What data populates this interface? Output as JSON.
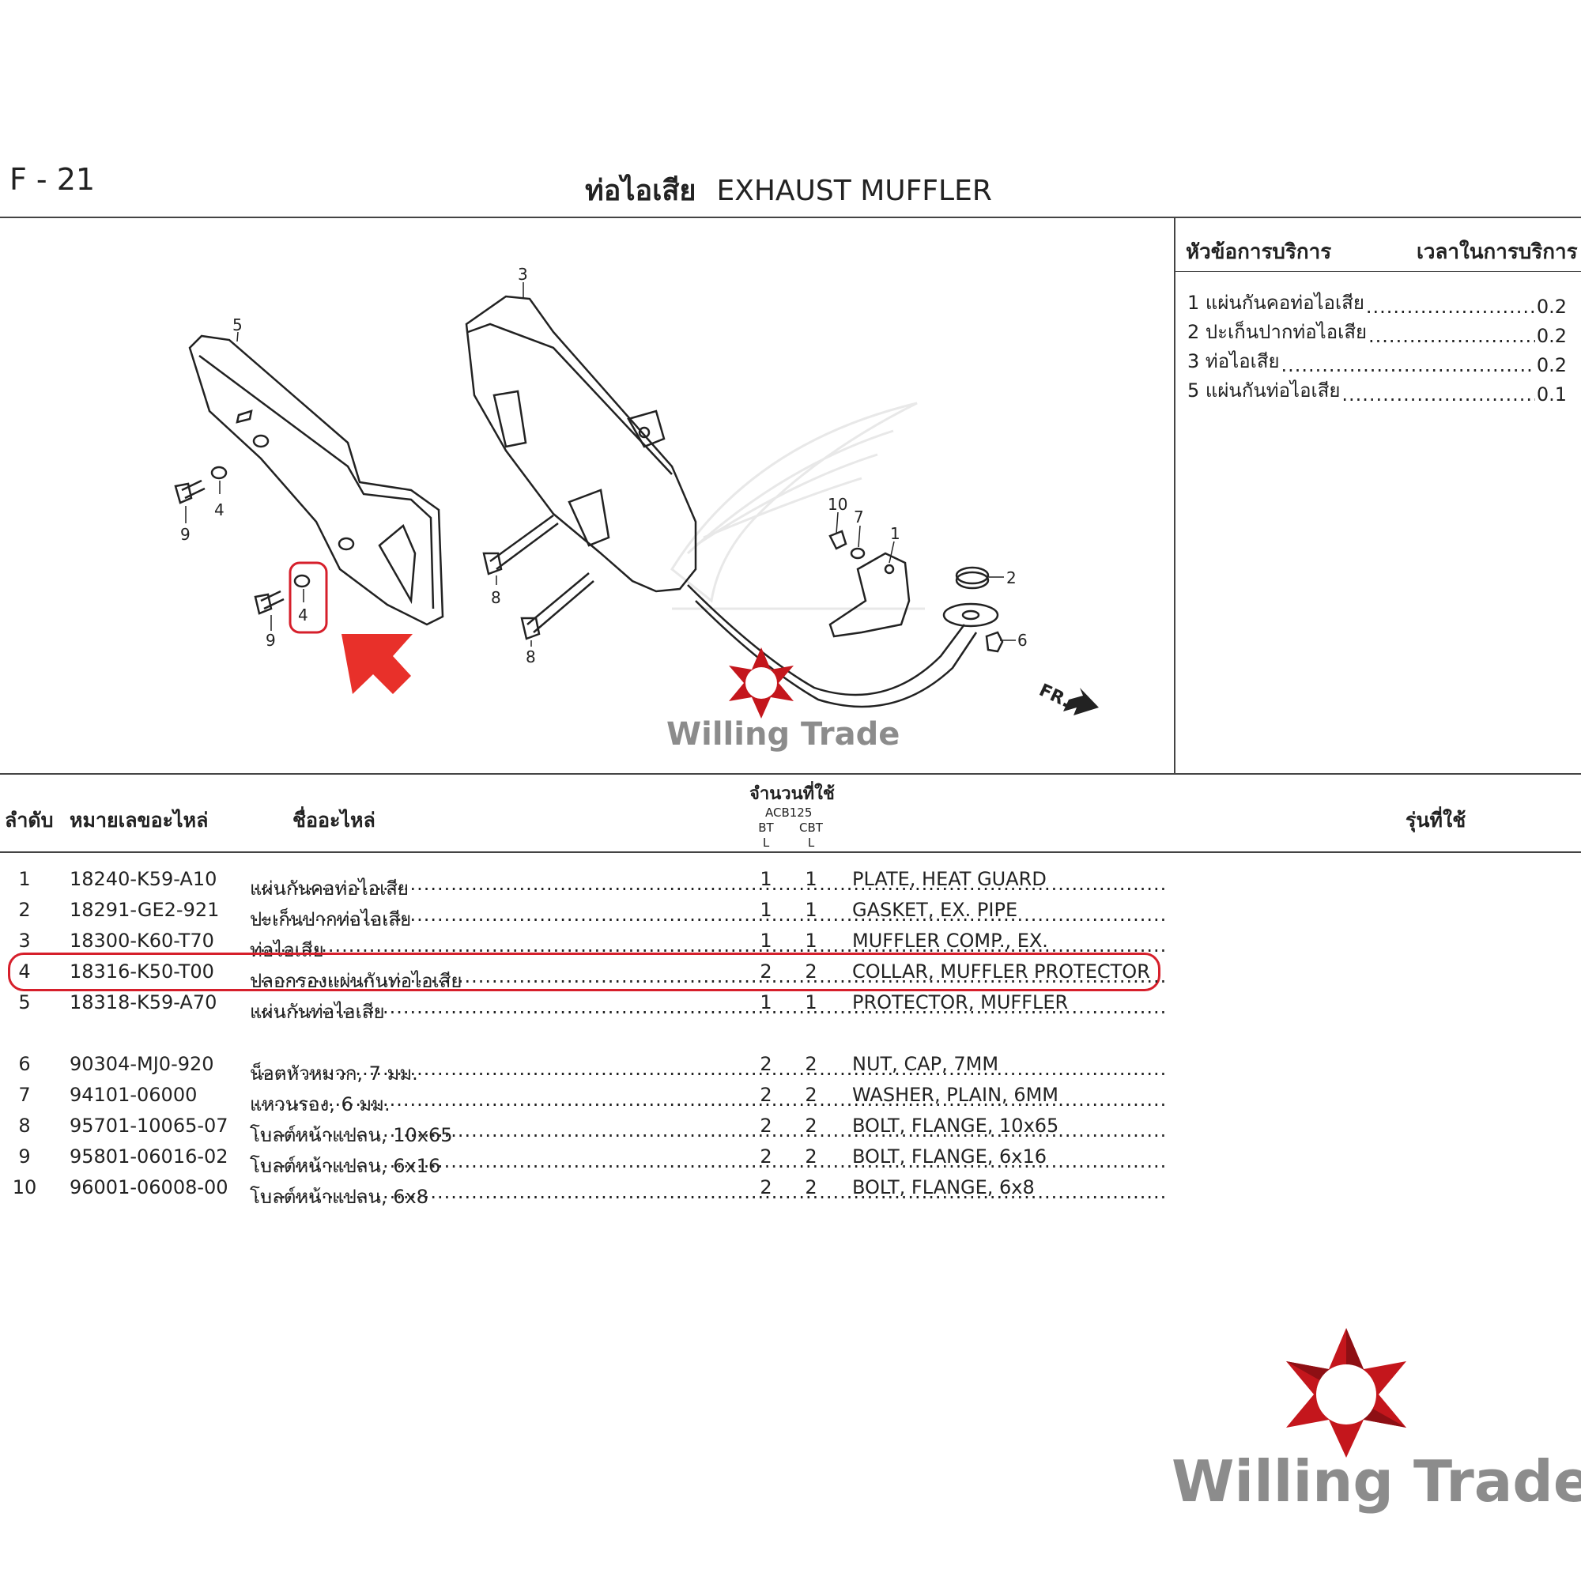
{
  "header": {
    "code": "F - 21",
    "title_th": "ท่อไอเสีย",
    "title_en": "EXHAUST MUFFLER"
  },
  "service": {
    "head_left": "หัวข้อการบริการ",
    "head_right": "เวลาในการบริการ",
    "items": [
      {
        "label": "1 แผ่นกันคอท่อไอเสีย",
        "time": "0.2"
      },
      {
        "label": "2 ปะเก็นปากท่อไอเสีย",
        "time": "0.2"
      },
      {
        "label": "3 ท่อไอเสีย",
        "time": "0.2"
      },
      {
        "label": "5 แผ่นกันท่อไอเสีย",
        "time": "0.1"
      }
    ]
  },
  "diagram": {
    "callouts": [
      "1",
      "2",
      "3",
      "4",
      "4",
      "5",
      "6",
      "7",
      "8",
      "8",
      "9",
      "9",
      "10"
    ],
    "direction_label": "FR.",
    "watermark": "Willing Trade",
    "colors": {
      "highlight": "#d61f2b",
      "arrow": "#e8302a",
      "logo": "#c4161c"
    }
  },
  "table": {
    "col_no": "ลำดับ",
    "col_part": "หมายเลขอะไหล่",
    "col_name": "ชื่ออะไหล่",
    "col_qty": "จำนวนที่ใช้",
    "col_model_code": "ACB125",
    "col_bt": "BT",
    "col_cbt": "CBT",
    "col_bt_sub": "L",
    "col_cbt_sub": "L",
    "col_models": "รุ่นที่ใช้",
    "rows": [
      {
        "no": "1",
        "part": "18240-K59-A10",
        "th": "แผ่นกันคอท่อไอเสีย",
        "q1": "1",
        "q2": "1",
        "en": "PLATE, HEAT GUARD"
      },
      {
        "no": "2",
        "part": "18291-GE2-921",
        "th": "ปะเก็นปากท่อไอเสีย",
        "q1": "1",
        "q2": "1",
        "en": "GASKET, EX. PIPE"
      },
      {
        "no": "3",
        "part": "18300-K60-T70",
        "th": "ท่อไอเสีย",
        "q1": "1",
        "q2": "1",
        "en": "MUFFLER COMP., EX."
      },
      {
        "no": "4",
        "part": "18316-K50-T00",
        "th": "ปลอกรองแผ่นกันท่อไอเสีย",
        "q1": "2",
        "q2": "2",
        "en": "COLLAR, MUFFLER PROTECTOR"
      },
      {
        "no": "5",
        "part": "18318-K59-A70",
        "th": "แผ่นกันท่อไอเสีย",
        "q1": "1",
        "q2": "1",
        "en": "PROTECTOR, MUFFLER"
      },
      {
        "no": "6",
        "part": "90304-MJ0-920",
        "th": "น็อตหัวหมวก, 7 มม.",
        "q1": "2",
        "q2": "2",
        "en": "NUT, CAP, 7MM"
      },
      {
        "no": "7",
        "part": "94101-06000",
        "th": "แหวนรอง, 6 มม.",
        "q1": "2",
        "q2": "2",
        "en": "WASHER, PLAIN, 6MM"
      },
      {
        "no": "8",
        "part": "95701-10065-07",
        "th": "โบลต์หน้าแปลน, 10x65",
        "q1": "2",
        "q2": "2",
        "en": "BOLT, FLANGE, 10x65"
      },
      {
        "no": "9",
        "part": "95801-06016-02",
        "th": "โบลต์หน้าแปลน, 6x16",
        "q1": "2",
        "q2": "2",
        "en": "BOLT, FLANGE, 6x16"
      },
      {
        "no": "10",
        "part": "96001-06008-00",
        "th": "โบลต์หน้าแปลน, 6x8",
        "q1": "2",
        "q2": "2",
        "en": "BOLT, FLANGE, 6x8"
      }
    ]
  },
  "brand": {
    "name": "Willing Trade"
  }
}
